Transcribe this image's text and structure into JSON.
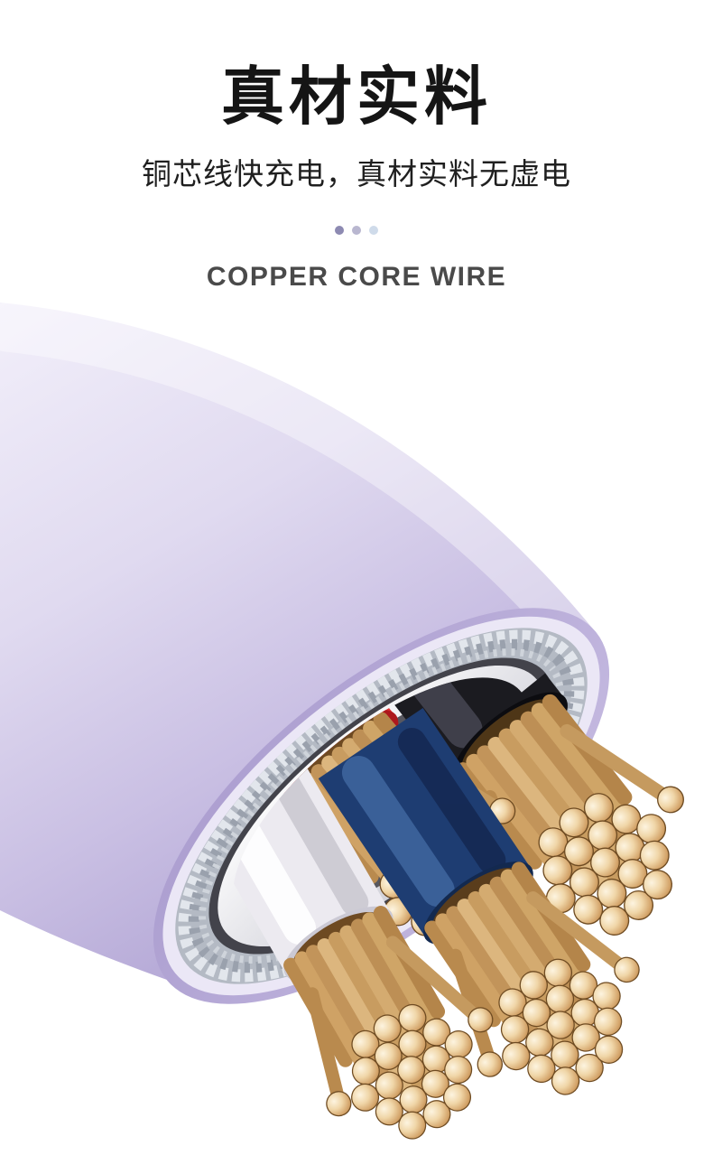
{
  "header": {
    "title": "真材实料",
    "subtitle": "铜芯线快充电，真材实料无虚电",
    "caption": "COPPER CORE WIRE"
  },
  "pagination_dots": [
    {
      "name": "dot-1",
      "color": "#8d8ab2"
    },
    {
      "name": "dot-2",
      "color": "#b9b7d0"
    },
    {
      "name": "dot-3",
      "color": "#cfdbea"
    }
  ],
  "product_image": {
    "alt": "Cut cross-section of a purple charging cable showing braided shield, white inner insulation and four copper-core wires",
    "colors": {
      "sheath": "#c9bfe3",
      "shield_braid": "#b4bac4",
      "inner_insulation": "#f0f0f4",
      "wire_red": "#e02f31",
      "wire_black": "#1b1b20",
      "wire_white": "#eceaf0",
      "wire_blue": "#1e3d72",
      "copper": "#d3a369"
    }
  }
}
